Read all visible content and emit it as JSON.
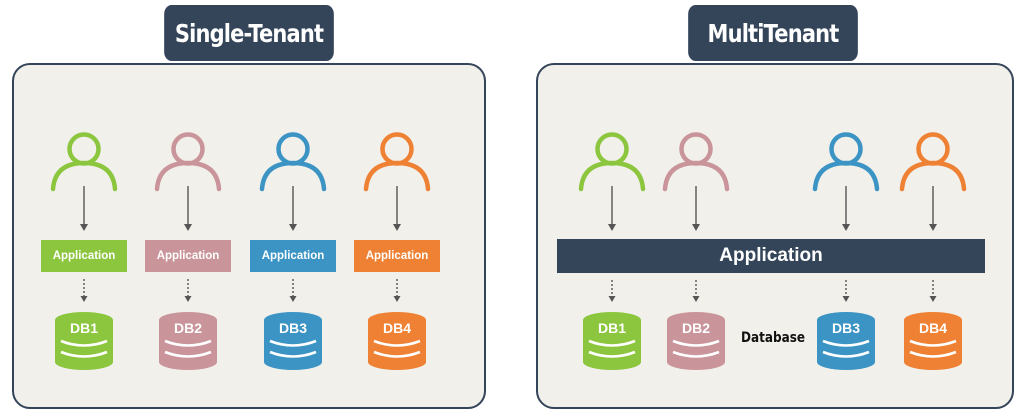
{
  "colors": {
    "green": "#8cc63f",
    "pink": "#c9959a",
    "blue": "#3b94c4",
    "orange": "#ee8133",
    "navy": "#34455a",
    "panel": "#f1f0eb"
  },
  "single_tenant": {
    "title": "Single-Tenant",
    "tenants": [
      {
        "color": "green",
        "app_label": "Application",
        "db_label": "DB1"
      },
      {
        "color": "pink",
        "app_label": "Application",
        "db_label": "DB2"
      },
      {
        "color": "blue",
        "app_label": "Application",
        "db_label": "DB3"
      },
      {
        "color": "orange",
        "app_label": "Application",
        "db_label": "DB4"
      }
    ]
  },
  "multi_tenant": {
    "title": "MultiTenant",
    "app_label": "Application",
    "database_label": "Database",
    "tenants": [
      {
        "color": "green",
        "db_label": "DB1"
      },
      {
        "color": "pink",
        "db_label": "DB2"
      },
      {
        "color": "blue",
        "db_label": "DB3"
      },
      {
        "color": "orange",
        "db_label": "DB4"
      }
    ]
  }
}
